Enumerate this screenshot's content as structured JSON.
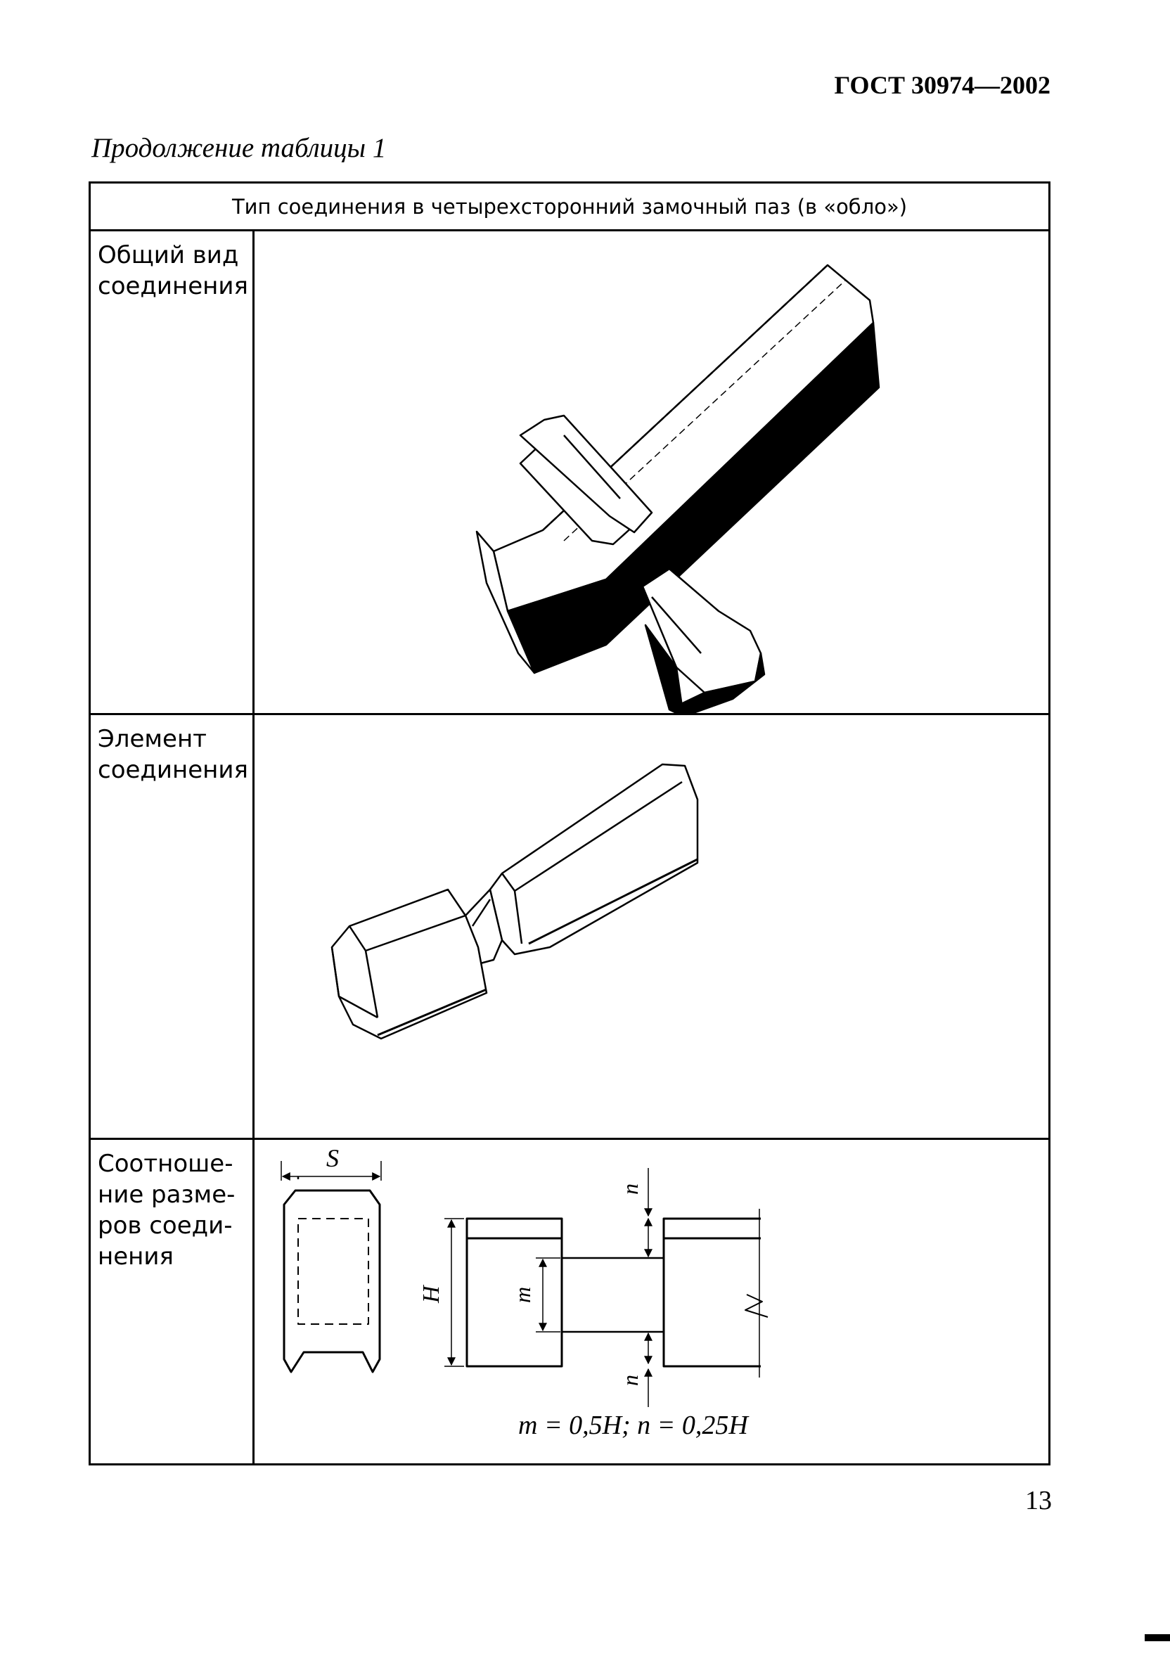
{
  "header": {
    "doc_number": "ГОСТ 30974—2002"
  },
  "caption": "Продолжение таблицы 1",
  "table": {
    "heading": "Тип соединения в четырехсторонний замочный паз (в «обло»)",
    "rows": [
      {
        "label_lines": [
          "Общий вид",
          "соединения"
        ],
        "figure": "cross-joint-isometric"
      },
      {
        "label_lines": [
          "Элемент",
          "соединения"
        ],
        "figure": "joint-element-isometric"
      },
      {
        "label_lines": [
          "Соотноше-",
          "ние разме-",
          "ров соеди-",
          "нения"
        ],
        "figure": "dimension-ratio-drawing"
      }
    ]
  },
  "drawing": {
    "label_S": "S",
    "label_H": "H",
    "label_m": "m",
    "label_n_top": "n",
    "label_n_bottom": "n",
    "formula": "m = 0,5H; n = 0,25H"
  },
  "footer": {
    "page_number": "13"
  }
}
